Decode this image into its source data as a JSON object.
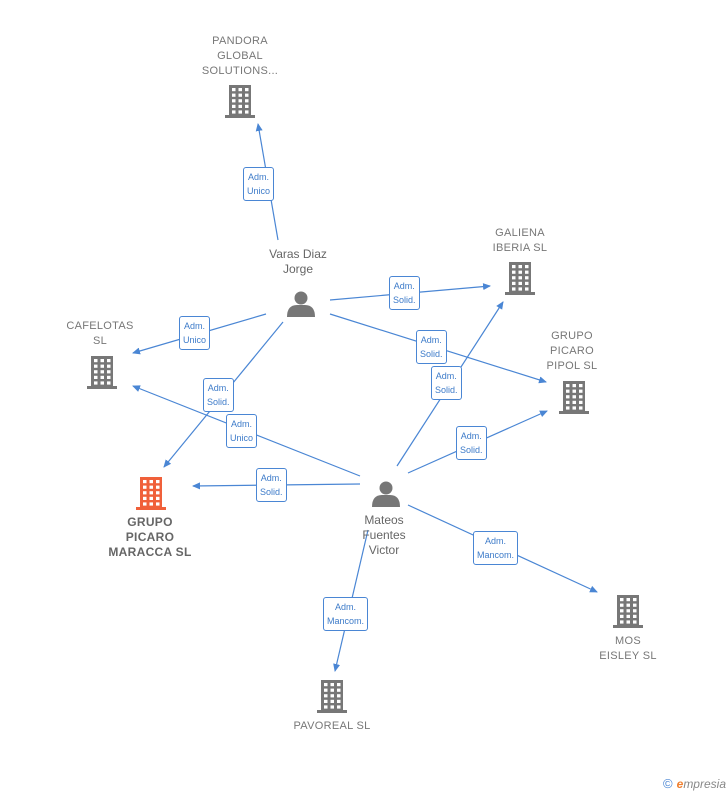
{
  "nodes": [
    {
      "id": "pandora",
      "type": "company",
      "label": "PANDORA\nGLOBAL\nSOLUTIONS...",
      "focus": false
    },
    {
      "id": "galiena",
      "type": "company",
      "label": "GALIENA\nIBERIA  SL",
      "focus": false
    },
    {
      "id": "cafelotas",
      "type": "company",
      "label": "CAFELOTAS\nSL",
      "focus": false
    },
    {
      "id": "picaro_pipol",
      "type": "company",
      "label": "GRUPO\nPICARO\nPIPOL  SL",
      "focus": false
    },
    {
      "id": "picaro_maracca",
      "type": "company",
      "label": "GRUPO\nPICARO\nMARACCA  SL",
      "focus": true
    },
    {
      "id": "mos_eisley",
      "type": "company",
      "label": "MOS\nEISLEY  SL",
      "focus": false
    },
    {
      "id": "pavoreal",
      "type": "company",
      "label": "PAVOREAL  SL",
      "focus": false
    },
    {
      "id": "varas",
      "type": "person",
      "label": "Varas Diaz\nJorge",
      "focus": false
    },
    {
      "id": "mateos",
      "type": "person",
      "label": "Mateos\nFuentes\nVictor",
      "focus": false
    }
  ],
  "edges": [
    {
      "from": "varas",
      "to": "pandora",
      "label": "Adm.\nUnico"
    },
    {
      "from": "varas",
      "to": "galiena",
      "label": "Adm.\nSolid."
    },
    {
      "from": "varas",
      "to": "cafelotas",
      "label": "Adm.\nUnico"
    },
    {
      "from": "varas",
      "to": "picaro_pipol",
      "label": "Adm.\nSolid."
    },
    {
      "from": "varas",
      "to": "picaro_maracca",
      "label": "Adm.\nSolid."
    },
    {
      "from": "mateos",
      "to": "cafelotas",
      "label": "Adm.\nUnico"
    },
    {
      "from": "mateos",
      "to": "galiena",
      "label": "Adm.\nSolid."
    },
    {
      "from": "mateos",
      "to": "picaro_pipol",
      "label": "Adm.\nSolid."
    },
    {
      "from": "mateos",
      "to": "picaro_maracca",
      "label": "Adm.\nSolid."
    },
    {
      "from": "mateos",
      "to": "mos_eisley",
      "label": "Adm.\nMancom."
    },
    {
      "from": "mateos",
      "to": "pavoreal",
      "label": "Adm.\nMancom."
    }
  ],
  "colors": {
    "edge": "#4a86d4",
    "company_icon": "#777777",
    "focus_icon": "#f0603a",
    "person_icon": "#777777"
  },
  "brand": {
    "copyright": "©",
    "initial": "e",
    "rest": "mpresia"
  }
}
